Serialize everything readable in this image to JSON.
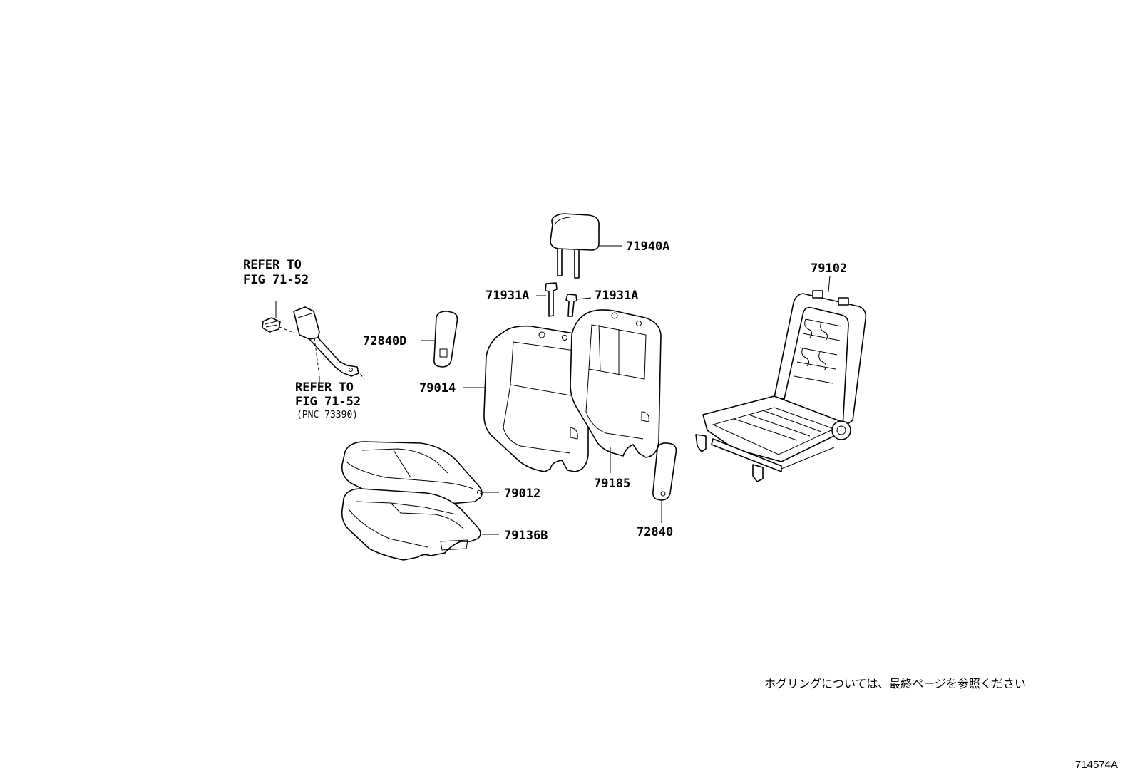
{
  "callouts": {
    "headrest": "71940A",
    "headrest_support_left": "71931A",
    "headrest_support_right": "71931A",
    "seatback_frame": "79102",
    "side_cover_left": "72840D",
    "seatback_cover": "79014",
    "seatback_pad": "79185",
    "side_cover_right": "72840",
    "cushion_cover": "79012",
    "cushion_pad": "79136B"
  },
  "references": {
    "upper_line1": "REFER TO",
    "upper_line2": "FIG 71-52",
    "lower_line1": "REFER TO",
    "lower_line2": "FIG 71-52",
    "lower_line3": "(PNC 73390)"
  },
  "footer": {
    "note": "ホグリングについては、最終ページを参照ください",
    "figure_id": "714574A"
  }
}
